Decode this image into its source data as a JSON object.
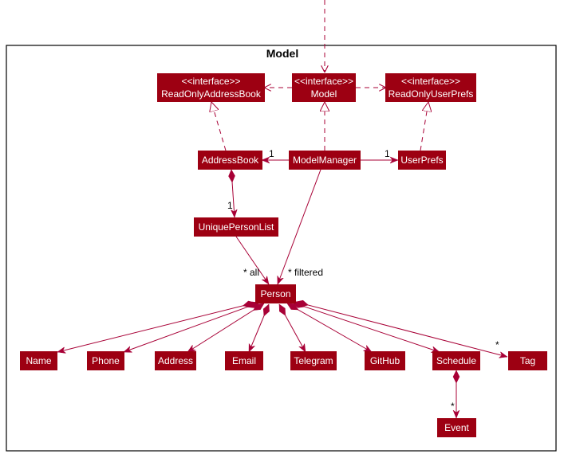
{
  "package": {
    "title": "Model"
  },
  "nodes": {
    "rolab": {
      "stereotype": "<<interface>>",
      "label": "ReadOnlyAddressBook"
    },
    "model": {
      "stereotype": "<<interface>>",
      "label": "Model"
    },
    "rolup": {
      "stereotype": "<<interface>>",
      "label": "ReadOnlyUserPrefs"
    },
    "addressbook": {
      "label": "AddressBook"
    },
    "modelmanager": {
      "label": "ModelManager"
    },
    "userprefs": {
      "label": "UserPrefs"
    },
    "uniquepersonlist": {
      "label": "UniquePersonList"
    },
    "person": {
      "label": "Person"
    },
    "name": {
      "label": "Name"
    },
    "phone": {
      "label": "Phone"
    },
    "address": {
      "label": "Address"
    },
    "email": {
      "label": "Email"
    },
    "telegram": {
      "label": "Telegram"
    },
    "github": {
      "label": "GitHub"
    },
    "schedule": {
      "label": "Schedule"
    },
    "tag": {
      "label": "Tag"
    },
    "event": {
      "label": "Event"
    }
  },
  "multiplicities": {
    "addressbook": "1",
    "userprefs": "1",
    "uniquepersonlist": "1",
    "all": "* all",
    "filtered": "* filtered",
    "tag": "*",
    "event": "*"
  }
}
